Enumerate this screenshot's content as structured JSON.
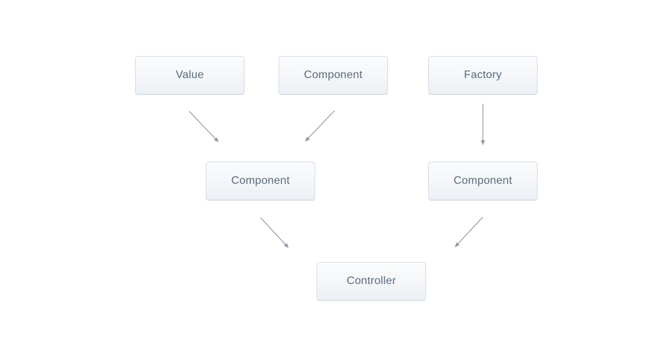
{
  "diagram": {
    "title": "dependency-injection-diagram",
    "nodes": [
      {
        "id": "value",
        "label": "Value"
      },
      {
        "id": "component-top",
        "label": "Component"
      },
      {
        "id": "factory",
        "label": "Factory"
      },
      {
        "id": "component-left",
        "label": "Component"
      },
      {
        "id": "component-right",
        "label": "Component"
      },
      {
        "id": "controller",
        "label": "Controller"
      }
    ],
    "edges": [
      {
        "from": "value",
        "to": "component-left",
        "type": "arrow"
      },
      {
        "from": "component-top",
        "to": "component-left",
        "type": "arrow"
      },
      {
        "from": "factory",
        "to": "component-right",
        "type": "arrow"
      },
      {
        "from": "component-left",
        "to": "controller",
        "type": "arrow"
      },
      {
        "from": "component-right",
        "to": "controller",
        "type": "arrow"
      }
    ],
    "colors": {
      "background": "#ffffff",
      "node_border": "#d6dee6",
      "node_bg_top": "#fbfcfd",
      "node_bg_bottom": "#ecf0f4",
      "node_text": "#5b6b7c",
      "arrow": "#8e98a4"
    }
  }
}
